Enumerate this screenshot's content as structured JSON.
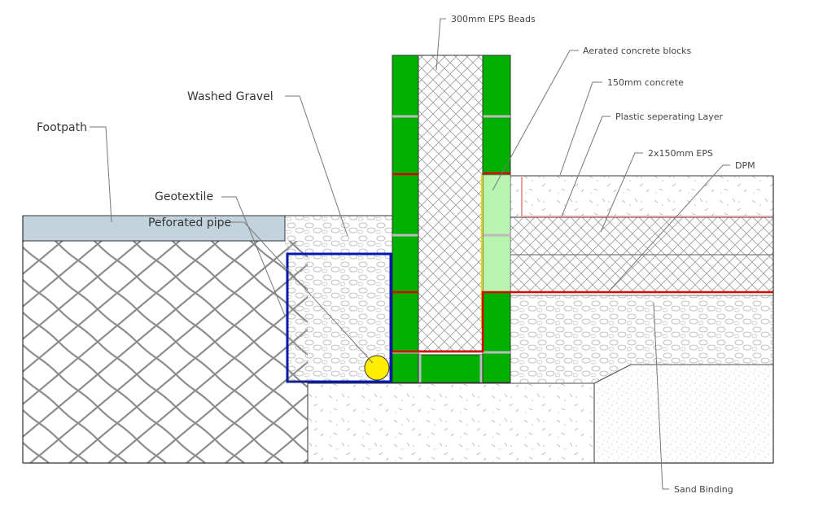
{
  "labels": {
    "footpath": "Footpath",
    "washed_gravel": "Washed Gravel",
    "geotextile": "Geotextile",
    "perforated_pipe": "Peforated pipe",
    "eps_beads": "300mm EPS Beads",
    "aerated_blocks": "Aerated concrete blocks",
    "concrete_150": "150mm concrete",
    "plastic_layer": "Plastic seperating Layer",
    "eps_2x150": "2x150mm EPS",
    "dpm": "DPM",
    "sand_binding": "Sand Binding"
  },
  "colors": {
    "block_green": "#00b000",
    "eps_light_green": "#b8f5b0",
    "dpm_red": "#dd0000",
    "geotextile_blue": "#0018b0",
    "pipe_yellow": "#ffee00",
    "footpath_blue": "#c3d3dd",
    "plastic_pink": "#e8a0a0",
    "separating_yellow": "#e6d800"
  }
}
